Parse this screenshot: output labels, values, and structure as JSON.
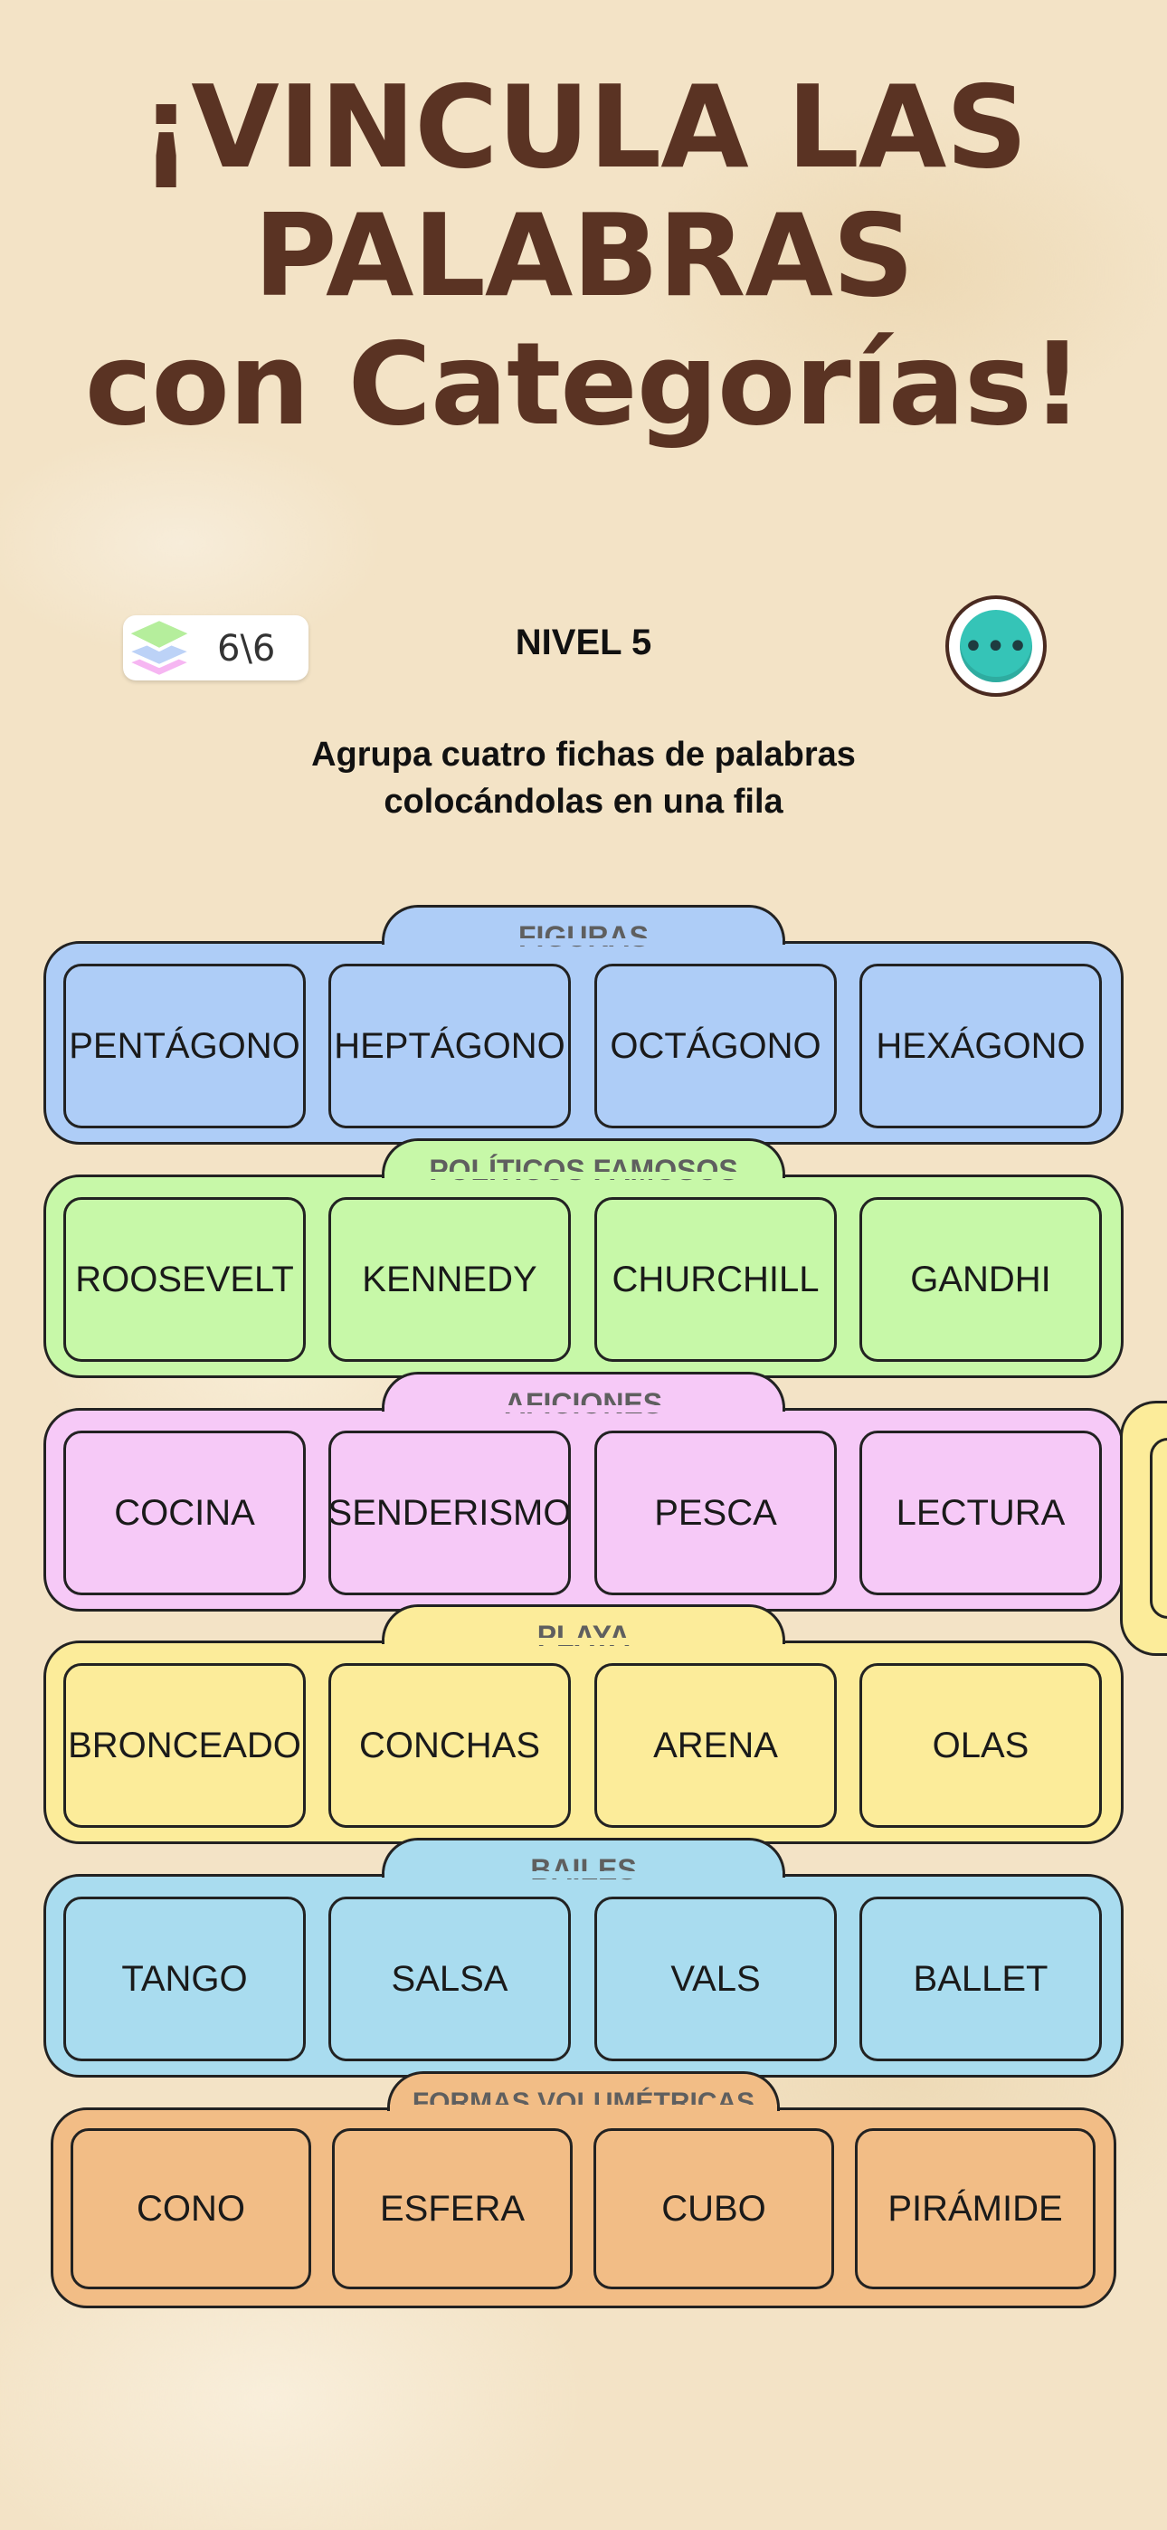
{
  "headline": {
    "line1": "¡VINCULA LAS",
    "line2": "PALABRAS",
    "line3": "con Categorías!"
  },
  "hud": {
    "counter": "6\\6",
    "level": "NIVEL 5",
    "menu_icon": "ellipsis-icon"
  },
  "instruction": {
    "line1": "Agrupa cuatro fichas de palabras",
    "line2": "colocándolas en una fila"
  },
  "colors": {
    "text_brown": "#5a3323",
    "figuras": "#aecdf7",
    "politicos": "#c7f8a8",
    "aficiones": "#f6c9f7",
    "playa": "#fcec9a",
    "bailes": "#a9dcef",
    "formas": "#f2bd86",
    "menu_teal": "#35c4b7"
  },
  "groups": [
    {
      "title": "FIGURAS",
      "color": "#aecdf7",
      "words": [
        "PENTÁGONO",
        "HEPTÁGONO",
        "OCTÁGONO",
        "HEXÁGONO"
      ]
    },
    {
      "title": "POLÍTICOS FAMOSOS",
      "color": "#c7f8a8",
      "words": [
        "ROOSEVELT",
        "KENNEDY",
        "CHURCHILL",
        "GANDHI"
      ]
    },
    {
      "title": "AFICIONES",
      "color": "#f6c9f7",
      "words": [
        "COCINA",
        "SENDERISMO",
        "PESCA",
        "LECTURA"
      ]
    },
    {
      "title": "PLAYA",
      "color": "#fcec9a",
      "words": [
        "BRONCEADO",
        "CONCHAS",
        "ARENA",
        "OLAS"
      ]
    },
    {
      "title": "BAILES",
      "color": "#a9dcef",
      "words": [
        "TANGO",
        "SALSA",
        "VALS",
        "BALLET"
      ]
    },
    {
      "title": "FORMAS VOLUMÉTRICAS",
      "color": "#f2bd86",
      "words": [
        "CONO",
        "ESFERA",
        "CUBO",
        "PIRÁMIDE"
      ]
    }
  ]
}
